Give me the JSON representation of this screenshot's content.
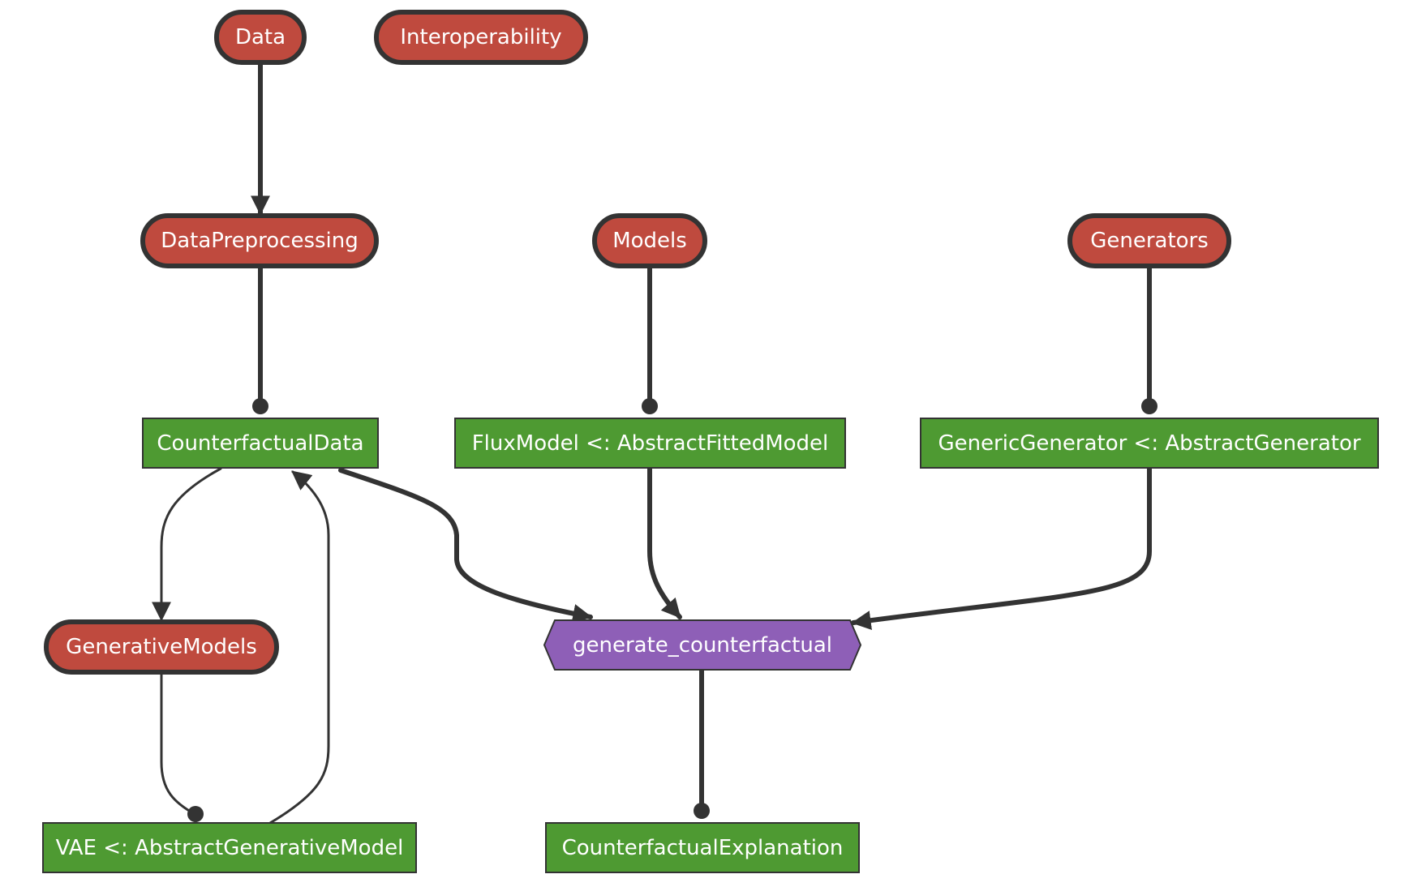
{
  "colors": {
    "module_fill": "#bf4a3e",
    "type_fill": "#4e9a32",
    "function_fill": "#8e5fb7",
    "stroke": "#333333",
    "text": "#ffffff"
  },
  "nodes": {
    "data": "Data",
    "interoperability": "Interoperability",
    "data_preprocessing": "DataPreprocessing",
    "models": "Models",
    "generators": "Generators",
    "counterfactual_data": "CounterfactualData",
    "flux_model": "FluxModel <: AbstractFittedModel",
    "generic_generator": "GenericGenerator <: AbstractGenerator",
    "generative_models": "GenerativeModels",
    "generate_counterfactual": "generate_counterfactual",
    "vae": "VAE <: AbstractGenerativeModel",
    "counterfactual_explanation": "CounterfactualExplanation"
  }
}
